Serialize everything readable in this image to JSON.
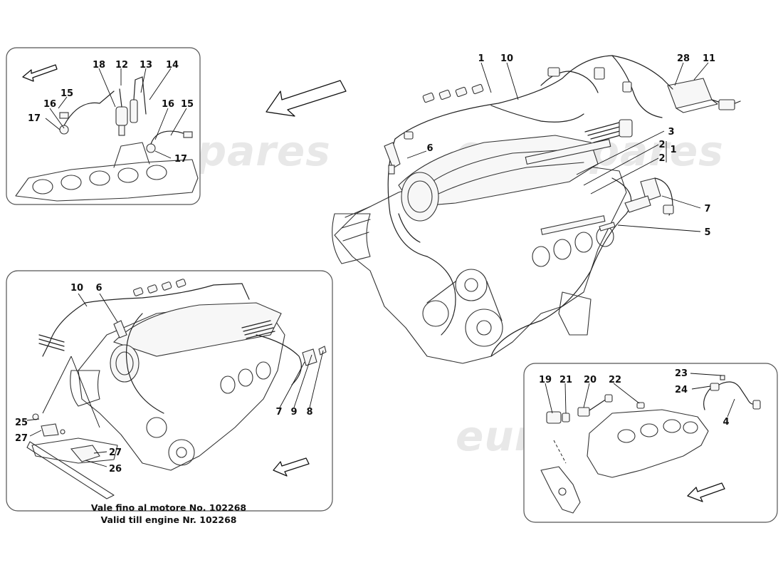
{
  "watermark": "eurospares",
  "panels": {
    "top_left": {
      "labels": [
        "18",
        "12",
        "13",
        "14",
        "16",
        "15",
        "17",
        "16",
        "15",
        "17"
      ]
    },
    "bottom_left": {
      "labels": [
        "10",
        "6",
        "7",
        "9",
        "8",
        "25",
        "27",
        "27",
        "26"
      ],
      "note_line1": "Vale fino al motore No. 102268",
      "note_line2": "Valid till engine Nr. 102268"
    },
    "bottom_right": {
      "labels": [
        "19",
        "21",
        "20",
        "22",
        "23",
        "24",
        "4"
      ]
    }
  },
  "main": {
    "labels": [
      "1",
      "10",
      "28",
      "11",
      "3",
      "2",
      "1",
      "2",
      "6",
      "7",
      "5"
    ]
  }
}
